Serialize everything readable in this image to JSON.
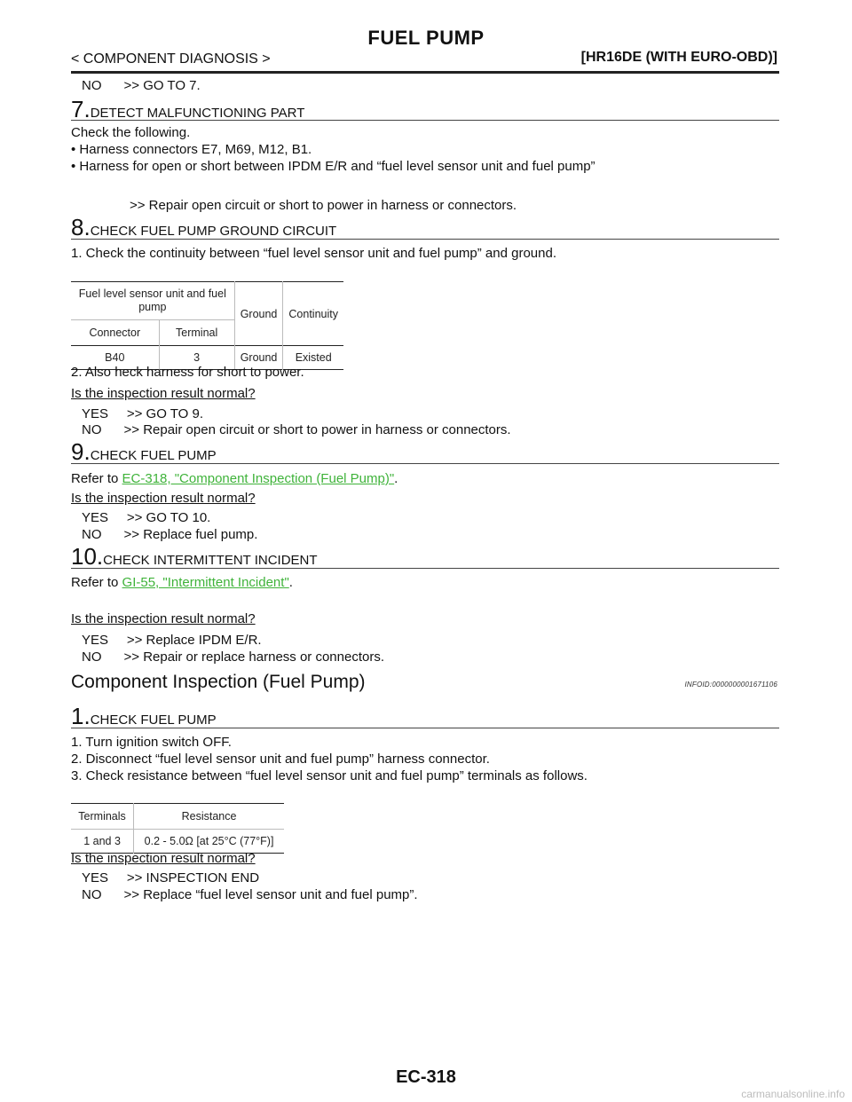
{
  "header": {
    "title": "FUEL PUMP",
    "left": "< COMPONENT DIAGNOSIS >",
    "right": "[HR16DE (WITH EURO-OBD)]"
  },
  "top_result": "NO      >> GO TO 7.",
  "step7": {
    "num": "7.",
    "title": "DETECT MALFUNCTIONING PART",
    "lines": [
      "Check the following.",
      "• Harness connectors E7, M69, M12, B1.",
      "• Harness for open or short between IPDM E/R and “fuel level sensor unit and fuel pump”"
    ],
    "result": ">> Repair open circuit or short to power in harness or connectors."
  },
  "step8": {
    "num": "8.",
    "title": "CHECK FUEL PUMP GROUND CIRCUIT",
    "line1": "1.  Check the continuity between “fuel level sensor unit and fuel pump” and ground.",
    "table": {
      "group": "Fuel level sensor unit and fuel pump",
      "col_connector": "Connector",
      "col_terminal": "Terminal",
      "col_ground": "Ground",
      "col_continuity": "Continuity",
      "row": [
        "B40",
        "3",
        "Ground",
        "Existed"
      ]
    },
    "line2": "2.  Also heck harness for short to power.",
    "question": "Is the inspection result normal?",
    "yes": "YES     >> GO TO 9.",
    "no": "NO      >> Repair open circuit or short to power in harness or connectors."
  },
  "step9": {
    "num": "9.",
    "title": "CHECK FUEL PUMP",
    "refer_prefix": "Refer to ",
    "refer_link": "EC-318, \"Component Inspection (Fuel Pump)\"",
    "refer_suffix": ".",
    "question": "Is the inspection result normal?",
    "yes": "YES     >> GO TO 10.",
    "no": "NO      >> Replace fuel pump."
  },
  "step10": {
    "num": "10.",
    "title": "CHECK INTERMITTENT INCIDENT",
    "refer_prefix": "Refer to ",
    "refer_link": "GI-55, \"Intermittent Incident\"",
    "refer_suffix": ".",
    "question": "Is the inspection result normal?",
    "yes": "YES     >> Replace IPDM E/R.",
    "no": "NO      >> Repair or replace harness or connectors."
  },
  "component": {
    "title": "Component Inspection (Fuel Pump)",
    "infoid": "INFOID:0000000001671106"
  },
  "step1": {
    "num": "1.",
    "title": "CHECK FUEL PUMP",
    "lines": [
      "1.  Turn ignition switch OFF.",
      "2.  Disconnect “fuel level sensor unit and fuel pump” harness connector.",
      "3.  Check resistance between “fuel level sensor unit and fuel pump” terminals as follows."
    ],
    "table": {
      "col_terminals": "Terminals",
      "col_resistance": "Resistance",
      "row": [
        "1 and 3",
        "0.2 - 5.0Ω [at 25°C (77°F)]"
      ]
    },
    "question": "Is the inspection result normal?",
    "yes": "YES     >> INSPECTION END",
    "no": "NO      >> Replace “fuel level sensor unit and fuel pump”."
  },
  "footer": "EC-318",
  "watermark": "carmanualsonline.info"
}
